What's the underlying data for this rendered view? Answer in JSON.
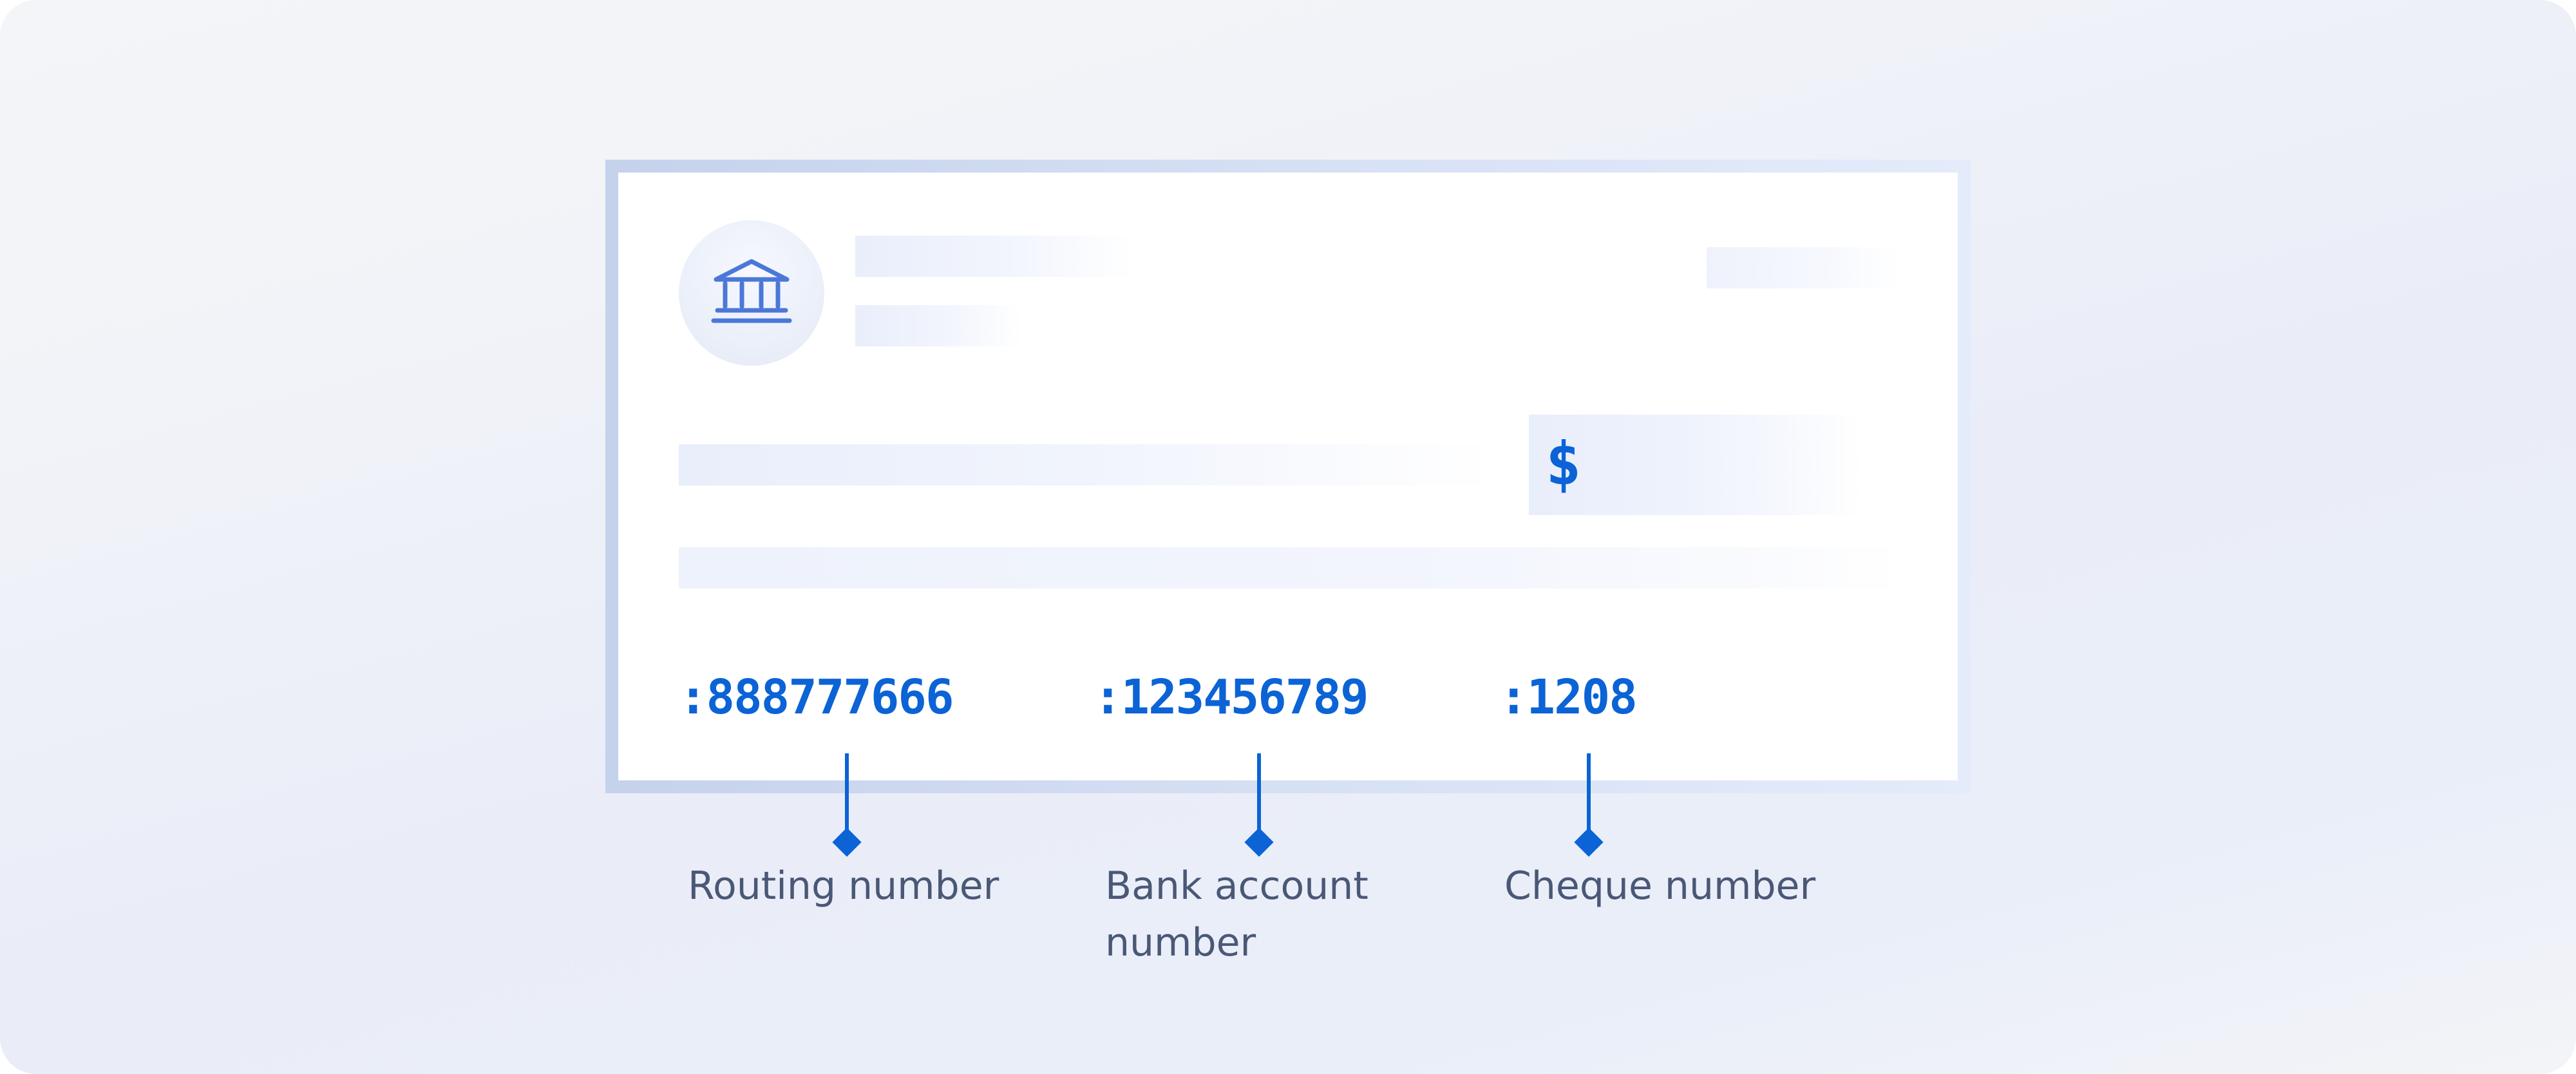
{
  "colors": {
    "accent": "#0b63d6",
    "label_text": "#4a5876",
    "placeholder": "#e9eefb",
    "background": "#eef1f9"
  },
  "cheque": {
    "bank_icon": "bank-icon",
    "currency_symbol": "$",
    "micr": {
      "routing": ":888777666",
      "account": ":123456789",
      "cheque": ":1208"
    }
  },
  "labels": {
    "routing": "Routing number",
    "account": "Bank account\nnumber",
    "cheque": "Cheque number"
  }
}
